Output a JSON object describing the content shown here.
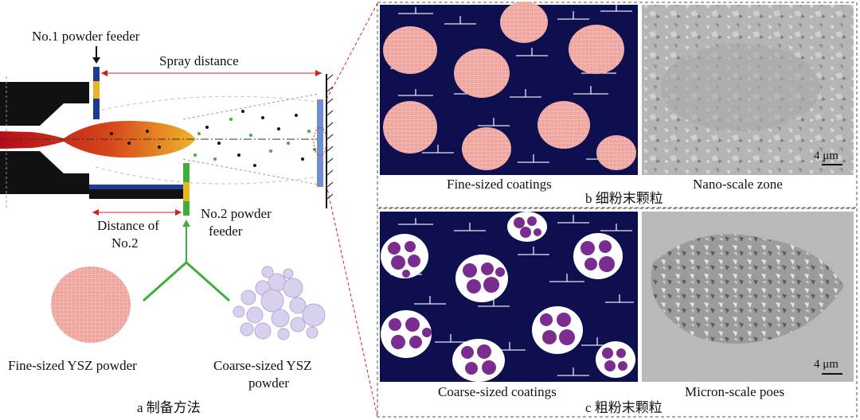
{
  "panel_a": {
    "feeder1_label": "No.1 powder feeder",
    "spray_distance_label": "Spray distance",
    "distance_no2_line1": "Distance of",
    "distance_no2_line2": "No.2",
    "feeder2_line1": "No.2 powder",
    "feeder2_line2": "feeder",
    "fine_powder_label": "Fine-sized YSZ powder",
    "coarse_powder_line1": "Coarse-sized YSZ",
    "coarse_powder_line2": "powder",
    "caption": "a  制备方法"
  },
  "panel_b": {
    "left_label": "Fine-sized coatings",
    "right_label": "Nano-scale zone",
    "scale_bar": "4 μm",
    "caption": "b  细粉末颗粒"
  },
  "panel_c": {
    "left_label": "Coarse-sized coatings",
    "right_label": "Micron-scale poes",
    "scale_bar": "4 μm",
    "caption": "c  粗粉末颗粒"
  },
  "colors": {
    "coating_bg": "#0d0f4e",
    "fine_particle": "#f2a9a4",
    "coarse_particle": "#7a2c8f",
    "feeder_yellow": "#e8b422",
    "feeder_blue": "#1f3a93",
    "feeder_green": "#3fae3a",
    "flame_red": "#c0141c",
    "dashed_red": "#d02020",
    "sem_gray": "#b9b9b9"
  }
}
